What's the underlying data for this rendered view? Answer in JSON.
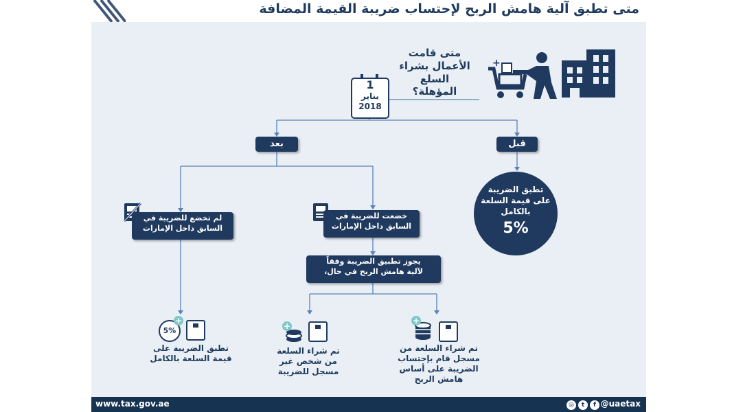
{
  "header": {
    "title": "متى تطبق آلية هامش الربح لإحتساب ضريبة القيمة المضافة"
  },
  "question": {
    "line1": "متى قامت",
    "line2": "الأعمال بشراء",
    "line3": "السلع",
    "line4": "المؤهلة؟"
  },
  "calendar": {
    "day": "1",
    "month": "يناير",
    "year": "2018"
  },
  "branches": {
    "after": "بعد",
    "before": "قبل"
  },
  "before_result": {
    "line1": "تطبق الضريبة",
    "line2": "على قيمة السلعة",
    "line3": "بالكامل",
    "rate": "5%"
  },
  "after_left": {
    "line1": "لم تخضع للضريبة في",
    "line2": "السابق داخل الإمارات"
  },
  "after_right": {
    "line1": "خضعت للضريبة في",
    "line2": "السابق داخل الإمارات"
  },
  "margin_condition": {
    "line1": "يجوز تطبيق الضريبة وفقاً",
    "line2": "لآلية هامش الربح في حال،"
  },
  "results": {
    "full_value": {
      "badge": "5%",
      "line1": "تطبق الضريبة على",
      "line2": "قيمة السلعة بالكامل"
    },
    "unregistered": {
      "line1": "تم شراء السلعة",
      "line2": "من شخص غير",
      "line3": "مسجل للضريبة"
    },
    "registered": {
      "line1": "تم شراء السلعة من",
      "line2": "مسجل قام بإحتساب",
      "line3": "الضريبة على أساس",
      "line4": "هامش الربح"
    }
  },
  "footer": {
    "website": "www.tax.gov.ae",
    "handle": "@uaetax"
  },
  "icons": [
    "building-icon",
    "shopper-cart-icon",
    "calendar-icon",
    "document-icon",
    "crossed-document-icon",
    "box-icon",
    "coins-icon",
    "plus-icon"
  ],
  "colors": {
    "navy": "#1f3a5e",
    "background": "#eaeff5",
    "accent": "#7ec8c8",
    "line": "#5a82b4"
  }
}
